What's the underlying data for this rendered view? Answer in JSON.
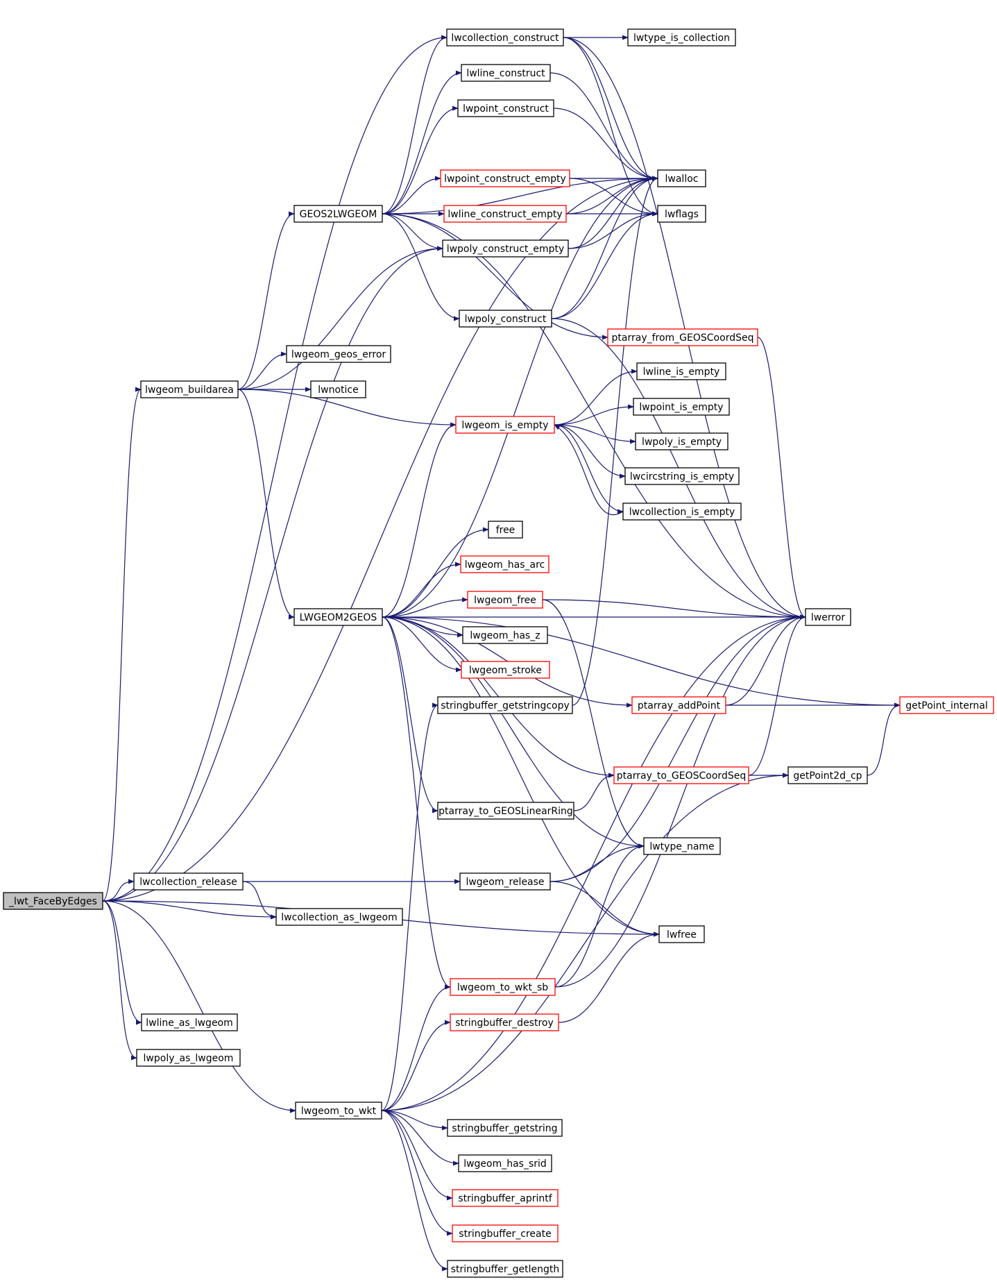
{
  "graph": {
    "nodes": [
      {
        "id": "_lwt_FaceByEdges",
        "label": "_lwt_FaceByEdges",
        "style": "root"
      },
      {
        "id": "lwcollection_construct",
        "label": "lwcollection_construct",
        "style": "black"
      },
      {
        "id": "lwtype_is_collection",
        "label": "lwtype_is_collection",
        "style": "black"
      },
      {
        "id": "lwline_construct",
        "label": "lwline_construct",
        "style": "black"
      },
      {
        "id": "lwpoint_construct",
        "label": "lwpoint_construct",
        "style": "black"
      },
      {
        "id": "lwalloc",
        "label": "lwalloc",
        "style": "black"
      },
      {
        "id": "lwpoint_construct_empty",
        "label": "lwpoint_construct_empty",
        "style": "red"
      },
      {
        "id": "GEOS2LWGEOM",
        "label": "GEOS2LWGEOM",
        "style": "black"
      },
      {
        "id": "lwline_construct_empty",
        "label": "lwline_construct_empty",
        "style": "red"
      },
      {
        "id": "lwflags",
        "label": "lwflags",
        "style": "black"
      },
      {
        "id": "lwpoly_construct_empty",
        "label": "lwpoly_construct_empty",
        "style": "black"
      },
      {
        "id": "lwpoly_construct",
        "label": "lwpoly_construct",
        "style": "black"
      },
      {
        "id": "ptarray_from_GEOSCoordSeq",
        "label": "ptarray_from_GEOSCoordSeq",
        "style": "red"
      },
      {
        "id": "lwgeom_geos_error",
        "label": "lwgeom_geos_error",
        "style": "black"
      },
      {
        "id": "lwgeom_buildarea",
        "label": "lwgeom_buildarea",
        "style": "black"
      },
      {
        "id": "lwnotice",
        "label": "lwnotice",
        "style": "black"
      },
      {
        "id": "lwline_is_empty",
        "label": "lwline_is_empty",
        "style": "black"
      },
      {
        "id": "lwpoint_is_empty",
        "label": "lwpoint_is_empty",
        "style": "black"
      },
      {
        "id": "lwgeom_is_empty",
        "label": "lwgeom_is_empty",
        "style": "red"
      },
      {
        "id": "lwpoly_is_empty",
        "label": "lwpoly_is_empty",
        "style": "black"
      },
      {
        "id": "lwcircstring_is_empty",
        "label": "lwcircstring_is_empty",
        "style": "black"
      },
      {
        "id": "lwcollection_is_empty",
        "label": "lwcollection_is_empty",
        "style": "black"
      },
      {
        "id": "free",
        "label": "free",
        "style": "black"
      },
      {
        "id": "lwgeom_has_arc",
        "label": "lwgeom_has_arc",
        "style": "red"
      },
      {
        "id": "lwgeom_free",
        "label": "lwgeom_free",
        "style": "red"
      },
      {
        "id": "lwerror",
        "label": "lwerror",
        "style": "black"
      },
      {
        "id": "LWGEOM2GEOS",
        "label": "LWGEOM2GEOS",
        "style": "black"
      },
      {
        "id": "lwgeom_has_z",
        "label": "lwgeom_has_z",
        "style": "black"
      },
      {
        "id": "lwgeom_stroke",
        "label": "lwgeom_stroke",
        "style": "red"
      },
      {
        "id": "stringbuffer_getstringcopy",
        "label": "stringbuffer_getstringcopy",
        "style": "black"
      },
      {
        "id": "ptarray_addPoint",
        "label": "ptarray_addPoint",
        "style": "red"
      },
      {
        "id": "getPoint_internal",
        "label": "getPoint_internal",
        "style": "red"
      },
      {
        "id": "ptarray_to_GEOSCoordSeq",
        "label": "ptarray_to_GEOSCoordSeq",
        "style": "red"
      },
      {
        "id": "getPoint2d_cp",
        "label": "getPoint2d_cp",
        "style": "black"
      },
      {
        "id": "ptarray_to_GEOSLinearRing",
        "label": "ptarray_to_GEOSLinearRing",
        "style": "black"
      },
      {
        "id": "lwtype_name",
        "label": "lwtype_name",
        "style": "black"
      },
      {
        "id": "lwcollection_release",
        "label": "lwcollection_release",
        "style": "black"
      },
      {
        "id": "lwgeom_release",
        "label": "lwgeom_release",
        "style": "black"
      },
      {
        "id": "lwcollection_as_lwgeom",
        "label": "lwcollection_as_lwgeom",
        "style": "black"
      },
      {
        "id": "lwfree",
        "label": "lwfree",
        "style": "black"
      },
      {
        "id": "lwgeom_to_wkt_sb",
        "label": "lwgeom_to_wkt_sb",
        "style": "red"
      },
      {
        "id": "stringbuffer_destroy",
        "label": "stringbuffer_destroy",
        "style": "red"
      },
      {
        "id": "lwline_as_lwgeom",
        "label": "lwline_as_lwgeom",
        "style": "black"
      },
      {
        "id": "lwpoly_as_lwgeom",
        "label": "lwpoly_as_lwgeom",
        "style": "black"
      },
      {
        "id": "lwgeom_to_wkt",
        "label": "lwgeom_to_wkt",
        "style": "black"
      },
      {
        "id": "stringbuffer_getstring",
        "label": "stringbuffer_getstring",
        "style": "black"
      },
      {
        "id": "lwgeom_has_srid",
        "label": "lwgeom_has_srid",
        "style": "black"
      },
      {
        "id": "stringbuffer_aprintf",
        "label": "stringbuffer_aprintf",
        "style": "red"
      },
      {
        "id": "stringbuffer_create",
        "label": "stringbuffer_create",
        "style": "red"
      },
      {
        "id": "stringbuffer_getlength",
        "label": "stringbuffer_getlength",
        "style": "black"
      }
    ],
    "edges": [
      [
        "_lwt_FaceByEdges",
        "lwcollection_construct"
      ],
      [
        "_lwt_FaceByEdges",
        "lwalloc"
      ],
      [
        "_lwt_FaceByEdges",
        "lwpoly_construct_empty"
      ],
      [
        "_lwt_FaceByEdges",
        "lwgeom_buildarea"
      ],
      [
        "_lwt_FaceByEdges",
        "lwcollection_release"
      ],
      [
        "_lwt_FaceByEdges",
        "lwcollection_as_lwgeom"
      ],
      [
        "_lwt_FaceByEdges",
        "lwfree"
      ],
      [
        "_lwt_FaceByEdges",
        "lwline_as_lwgeom"
      ],
      [
        "_lwt_FaceByEdges",
        "lwpoly_as_lwgeom"
      ],
      [
        "_lwt_FaceByEdges",
        "lwgeom_to_wkt"
      ],
      [
        "lwcollection_construct",
        "lwtype_is_collection"
      ],
      [
        "lwcollection_construct",
        "lwalloc"
      ],
      [
        "lwcollection_construct",
        "lwflags"
      ],
      [
        "lwcollection_construct",
        "lwerror"
      ],
      [
        "lwline_construct",
        "lwalloc"
      ],
      [
        "lwpoint_construct",
        "lwalloc"
      ],
      [
        "lwpoint_construct_empty",
        "lwalloc"
      ],
      [
        "lwpoint_construct_empty",
        "lwflags"
      ],
      [
        "lwline_construct_empty",
        "lwalloc"
      ],
      [
        "lwline_construct_empty",
        "lwflags"
      ],
      [
        "lwpoly_construct_empty",
        "lwalloc"
      ],
      [
        "lwpoly_construct_empty",
        "lwflags"
      ],
      [
        "lwpoly_construct",
        "lwalloc"
      ],
      [
        "lwpoly_construct",
        "lwflags"
      ],
      [
        "lwpoly_construct",
        "lwerror"
      ],
      [
        "GEOS2LWGEOM",
        "lwcollection_construct"
      ],
      [
        "GEOS2LWGEOM",
        "lwline_construct"
      ],
      [
        "GEOS2LWGEOM",
        "lwpoint_construct"
      ],
      [
        "GEOS2LWGEOM",
        "lwalloc"
      ],
      [
        "GEOS2LWGEOM",
        "lwpoint_construct_empty"
      ],
      [
        "GEOS2LWGEOM",
        "lwline_construct_empty"
      ],
      [
        "GEOS2LWGEOM",
        "lwpoly_construct_empty"
      ],
      [
        "GEOS2LWGEOM",
        "lwpoly_construct"
      ],
      [
        "GEOS2LWGEOM",
        "ptarray_from_GEOSCoordSeq"
      ],
      [
        "GEOS2LWGEOM",
        "lwerror"
      ],
      [
        "ptarray_from_GEOSCoordSeq",
        "lwerror"
      ],
      [
        "lwgeom_buildarea",
        "GEOS2LWGEOM"
      ],
      [
        "lwgeom_buildarea",
        "lwpoly_construct_empty"
      ],
      [
        "lwgeom_buildarea",
        "lwgeom_geos_error"
      ],
      [
        "lwgeom_buildarea",
        "lwnotice"
      ],
      [
        "lwgeom_buildarea",
        "lwgeom_is_empty"
      ],
      [
        "lwgeom_buildarea",
        "LWGEOM2GEOS"
      ],
      [
        "lwgeom_is_empty",
        "lwline_is_empty"
      ],
      [
        "lwgeom_is_empty",
        "lwpoint_is_empty"
      ],
      [
        "lwgeom_is_empty",
        "lwpoly_is_empty"
      ],
      [
        "lwgeom_is_empty",
        "lwcircstring_is_empty"
      ],
      [
        "lwgeom_is_empty",
        "lwcollection_is_empty"
      ],
      [
        "lwcollection_is_empty",
        "lwgeom_is_empty"
      ],
      [
        "LWGEOM2GEOS",
        "lwalloc"
      ],
      [
        "LWGEOM2GEOS",
        "lwgeom_is_empty"
      ],
      [
        "LWGEOM2GEOS",
        "free"
      ],
      [
        "LWGEOM2GEOS",
        "lwgeom_has_arc"
      ],
      [
        "LWGEOM2GEOS",
        "lwgeom_free"
      ],
      [
        "LWGEOM2GEOS",
        "lwerror"
      ],
      [
        "LWGEOM2GEOS",
        "getPoint_internal"
      ],
      [
        "LWGEOM2GEOS",
        "lwgeom_has_z"
      ],
      [
        "LWGEOM2GEOS",
        "lwgeom_stroke"
      ],
      [
        "LWGEOM2GEOS",
        "ptarray_addPoint"
      ],
      [
        "LWGEOM2GEOS",
        "ptarray_to_GEOSCoordSeq"
      ],
      [
        "LWGEOM2GEOS",
        "ptarray_to_GEOSLinearRing"
      ],
      [
        "LWGEOM2GEOS",
        "lwtype_name"
      ],
      [
        "LWGEOM2GEOS",
        "lwfree"
      ],
      [
        "LWGEOM2GEOS",
        "lwgeom_to_wkt_sb"
      ],
      [
        "lwgeom_free",
        "lwerror"
      ],
      [
        "lwgeom_free",
        "lwtype_name"
      ],
      [
        "stringbuffer_getstringcopy",
        "lwalloc"
      ],
      [
        "ptarray_addPoint",
        "lwerror"
      ],
      [
        "ptarray_addPoint",
        "getPoint_internal"
      ],
      [
        "ptarray_to_GEOSCoordSeq",
        "lwerror"
      ],
      [
        "ptarray_to_GEOSCoordSeq",
        "getPoint2d_cp"
      ],
      [
        "getPoint2d_cp",
        "getPoint_internal"
      ],
      [
        "ptarray_to_GEOSLinearRing",
        "ptarray_to_GEOSCoordSeq"
      ],
      [
        "lwcollection_release",
        "lwgeom_release"
      ],
      [
        "lwcollection_release",
        "lwcollection_as_lwgeom"
      ],
      [
        "lwgeom_release",
        "lwtype_name"
      ],
      [
        "lwgeom_release",
        "lwfree"
      ],
      [
        "lwgeom_release",
        "lwerror"
      ],
      [
        "lwgeom_to_wkt_sb",
        "lwtype_name"
      ],
      [
        "lwgeom_to_wkt_sb",
        "lwerror"
      ],
      [
        "stringbuffer_destroy",
        "lwfree"
      ],
      [
        "lwgeom_to_wkt",
        "stringbuffer_getstringcopy"
      ],
      [
        "lwgeom_to_wkt",
        "lwgeom_to_wkt_sb"
      ],
      [
        "lwgeom_to_wkt",
        "stringbuffer_destroy"
      ],
      [
        "lwgeom_to_wkt",
        "lwerror"
      ],
      [
        "lwgeom_to_wkt",
        "getPoint2d_cp"
      ],
      [
        "lwgeom_to_wkt",
        "stringbuffer_getstring"
      ],
      [
        "lwgeom_to_wkt",
        "lwgeom_has_srid"
      ],
      [
        "lwgeom_to_wkt",
        "stringbuffer_aprintf"
      ],
      [
        "lwgeom_to_wkt",
        "stringbuffer_create"
      ],
      [
        "lwgeom_to_wkt",
        "stringbuffer_getlength"
      ]
    ]
  },
  "colors": {
    "edge": "#191970",
    "root_fill": "#bfbfbf",
    "red_border": "#ff0000",
    "black_border": "#000000"
  }
}
